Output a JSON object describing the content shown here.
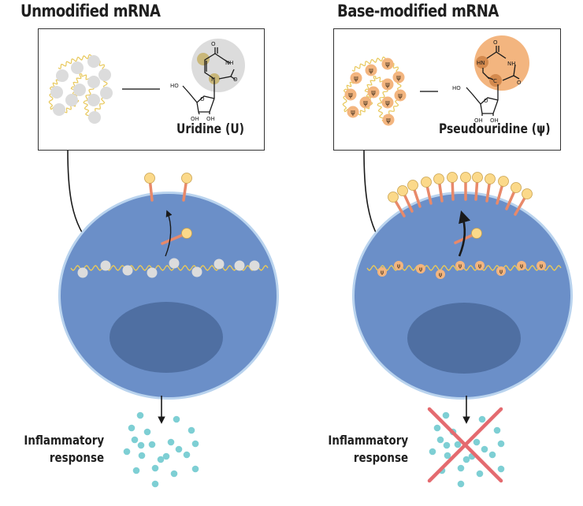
{
  "panels": {
    "left": {
      "title": "Unmodified mRNA",
      "nucleoside_label": "Uridine (U)",
      "base_symbol": "",
      "response_label_line1": "Inflammatory",
      "response_label_line2": "response",
      "response_blocked": false,
      "surface_protein_count": 2,
      "base_color": "#dcdcdc",
      "highlight_color": "#c9b779"
    },
    "right": {
      "title": "Base-modified mRNA",
      "nucleoside_label": "Pseudouridine (ψ)",
      "base_symbol": "ψ",
      "response_label_line1": "Inflammatory",
      "response_label_line2": "response",
      "response_blocked": true,
      "surface_protein_count": 12,
      "base_color": "#f3b57f",
      "highlight_color": "#d48a4e"
    }
  },
  "chemistry": {
    "atom_O": "O",
    "atom_NH": "NH",
    "atom_HN": "HN",
    "atom_N": "N",
    "atom_C": "C",
    "atom_HO": "HO",
    "atom_OH": "OH"
  },
  "colors": {
    "cell": "#6b8fc8",
    "cell_membrane": "#b9d3ee",
    "nucleus": "#4f6fa2",
    "rna_strand": "#e8c85a",
    "protein_head": "#fbd98a",
    "protein_stalk": "#e8896a",
    "cytokine": "#7ecfd4",
    "cross": "#e46a6f",
    "arrow": "#1a1a1a"
  }
}
